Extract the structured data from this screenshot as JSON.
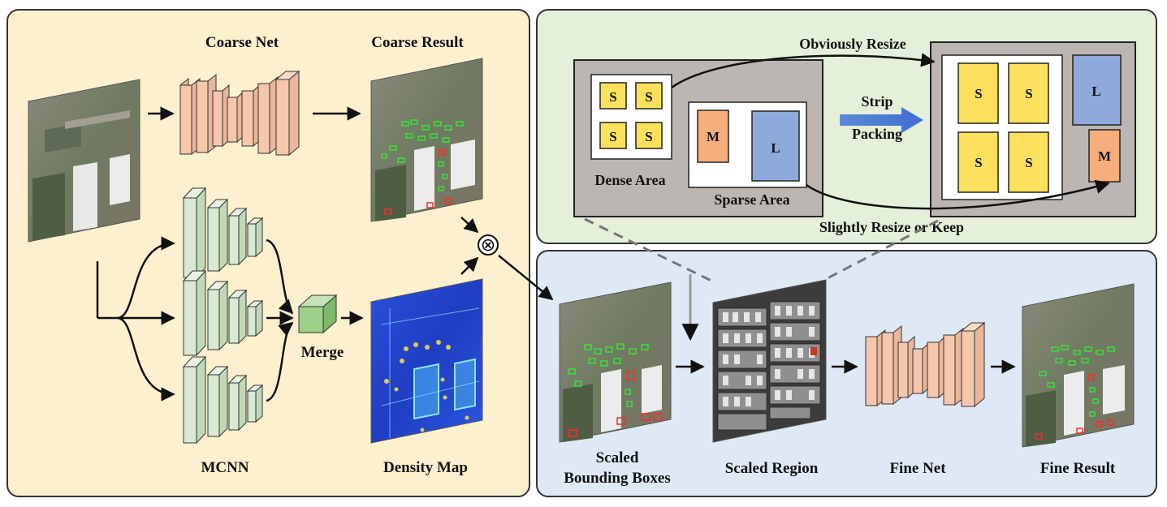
{
  "labels": {
    "coarse_net": "Coarse Net",
    "coarse_result": "Coarse Result",
    "mcnn": "MCNN",
    "merge": "Merge",
    "density_map": "Density Map",
    "multiply_symbol": "⊗",
    "obviously_resize": "Obviously Resize",
    "slightly_resize": "Slightly Resize or Keep",
    "strip": "Strip",
    "packing": "Packing",
    "dense_area": "Dense Area",
    "sparse_area": "Sparse Area",
    "scaled_bboxes_line1": "Scaled",
    "scaled_bboxes_line2": "Bounding Boxes",
    "scaled_region": "Scaled Region",
    "fine_net": "Fine Net",
    "fine_result": "Fine Result"
  },
  "boxes": {
    "small": "S",
    "medium": "M",
    "large": "L"
  },
  "colors": {
    "left_panel": "#fdf0cf",
    "top_right_panel": "#e4f0da",
    "bottom_right_panel": "#dfe9f5",
    "net_block": "#f6c7ad",
    "mcnn_block": "#d9ead3",
    "small_box": "#fde05b",
    "medium_box": "#f8ad7c",
    "large_box": "#8eaadb",
    "strip_arrow": "#4472c4",
    "bbox_green": "#3adf3a",
    "bbox_red": "#ff2a2a"
  }
}
